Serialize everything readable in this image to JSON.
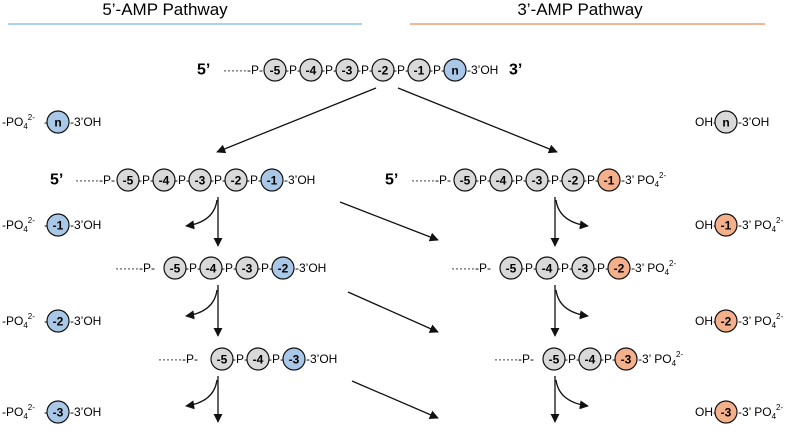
{
  "headers": {
    "left": "5’-AMP Pathway",
    "right": "3’-AMP Pathway"
  },
  "colors": {
    "left_rule": "#8ec4e8",
    "right_rule": "#e8a070",
    "nucleotide_fill": "#d9d9d9",
    "blue_fill": "#a9c8e8",
    "orange_fill": "#f3b08a",
    "stroke": "#111111"
  },
  "labels": {
    "five_prime": "5’",
    "three_prime": "3’",
    "dots": "······",
    "p": "P",
    "oh": "OH",
    "three_oh": "3’OH",
    "three_po4": "3’ PO",
    "po4_prefix": "-PO",
    "sub4": "4",
    "sup2minus": "2-"
  },
  "nucleotides": {
    "top": [
      "-5",
      "-4",
      "-3",
      "-2",
      "-1",
      "n"
    ],
    "left_1": [
      "-5",
      "-4",
      "-3",
      "-2",
      "-1"
    ],
    "left_2": [
      "-5",
      "-4",
      "-3",
      "-2"
    ],
    "left_3": [
      "-5",
      "-4",
      "-3"
    ],
    "right_1": [
      "-5",
      "-4",
      "-3",
      "-2",
      "-1"
    ],
    "right_2": [
      "-5",
      "-4",
      "-3",
      "-2"
    ],
    "right_3": [
      "-5",
      "-4",
      "-3"
    ]
  },
  "released": {
    "left": [
      "n",
      "-1",
      "-2",
      "-3"
    ],
    "right": [
      "n",
      "-1",
      "-2",
      "-3"
    ]
  }
}
